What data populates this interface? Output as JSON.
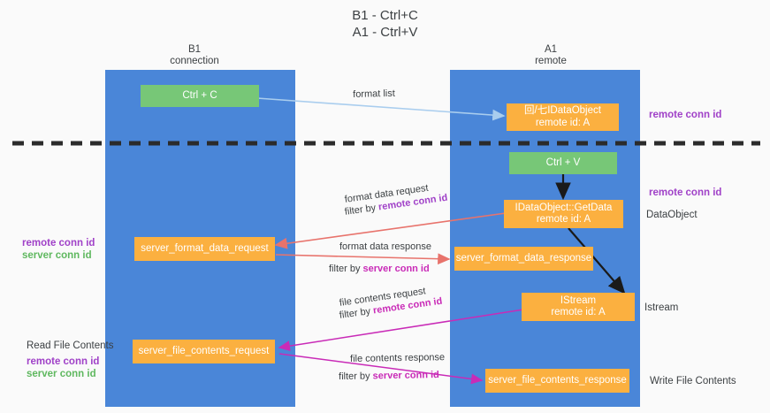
{
  "title": {
    "line1": "B1 - Ctrl+C",
    "line2": "A1 - Ctrl+V"
  },
  "columns": [
    {
      "name": "B1",
      "sub": "connection"
    },
    {
      "name": "A1",
      "sub": "remote"
    }
  ],
  "boxes": {
    "ctrl_c": {
      "label": "Ctrl + C",
      "color": "#77c777"
    },
    "idataobject": {
      "line1": "回/七IDataObject",
      "line2": "remote id: A",
      "color": "#fbb040"
    },
    "ctrl_v": {
      "label": "Ctrl + V",
      "color": "#77c777"
    },
    "getdata": {
      "line1": "IDataObject::GetData",
      "line2": "remote id: A",
      "color": "#fbb040"
    },
    "fmt_request": {
      "label": "server_format_data_request",
      "color": "#fbb040"
    },
    "fmt_response": {
      "label": "server_format_data_response",
      "color": "#fbb040"
    },
    "istream": {
      "line1": "IStream",
      "line2": "remote id: A",
      "color": "#fbb040"
    },
    "file_request": {
      "label": "server_file_contents_request",
      "color": "#fbb040"
    },
    "file_response": {
      "label": "server_file_contents_response",
      "color": "#fbb040"
    }
  },
  "edge_labels": {
    "format_list": "format list",
    "fmt_req_1": "format data request",
    "fmt_req_2_pre": "filter by ",
    "fmt_req_2_key": "remote conn id",
    "fmt_res_1": "format data response",
    "fmt_res_2_pre": "filter by ",
    "fmt_res_2_key": "server conn id",
    "file_req_1": "file contents request",
    "file_req_2_pre": "filter by ",
    "file_req_2_key": "remote conn id",
    "file_res_1": "file contents response",
    "file_res_2_pre": "filter by ",
    "file_res_2_key": "server conn id"
  },
  "side_labels": {
    "right_remote_conn_top": "remote conn id",
    "right_remote_conn_mid": "remote conn id",
    "right_dataobject": "DataObject",
    "right_istream": "Istream",
    "right_write_file": "Write File Contents",
    "left_remote_conn": "remote conn id",
    "left_server_conn": "server conn id",
    "left_read_file": "Read File Contents",
    "left_remote_conn2": "remote conn id",
    "left_server_conn2": "server conn id"
  },
  "colors": {
    "lane": "#4a86d8",
    "green_box": "#77c777",
    "orange_box": "#fbb040",
    "purple": "#a041c8",
    "green_text": "#5fb85f",
    "red_arrow": "#e8736c",
    "magenta_arrow": "#c92bb7",
    "light_blue_arrow": "#a9cdee",
    "black_arrow": "#1a1a1a",
    "background": "#fafafa",
    "divider": "#2b2b2b"
  }
}
